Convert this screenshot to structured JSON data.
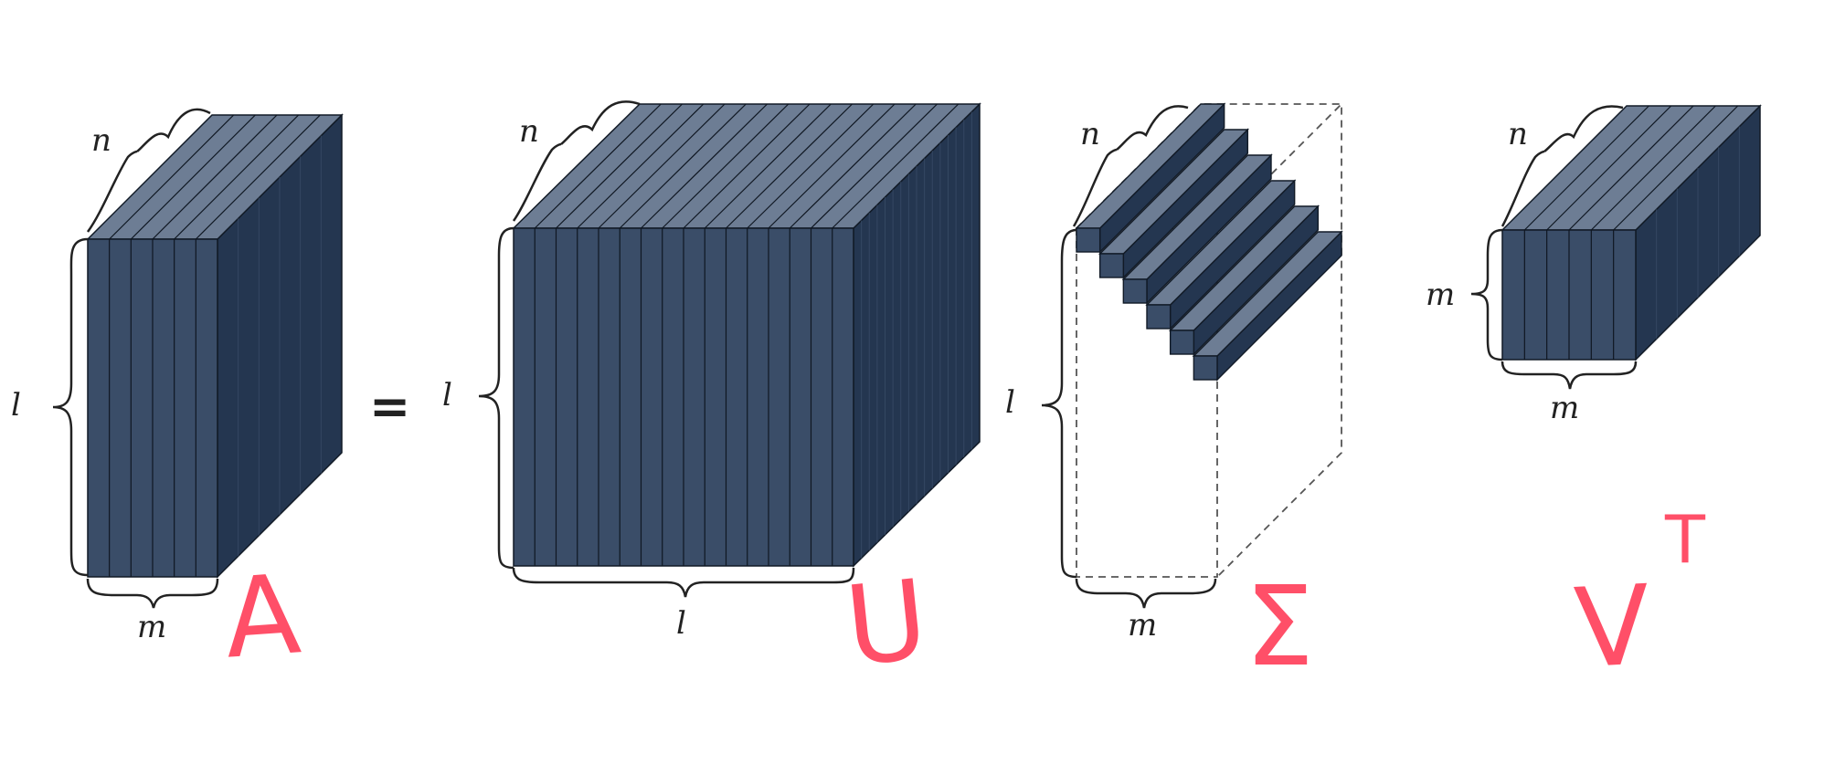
{
  "colors": {
    "front": "#3a4d68",
    "top": "#6d7d94",
    "side": "#243650",
    "edge": "#111a26",
    "slab_line": "#0f1722",
    "dash": "#555555",
    "annotation": "#ff4f68",
    "background": "#ffffff"
  },
  "equation": {
    "equals": "="
  },
  "tensor_a": {
    "dim_depth": "n",
    "dim_height": "l",
    "dim_width": "m",
    "slices": 6,
    "handwritten_label": "A"
  },
  "tensor_u": {
    "dim_depth": "n",
    "dim_height": "l",
    "dim_width": "l",
    "slices": 16,
    "handwritten_label": "U"
  },
  "tensor_sigma": {
    "dim_depth": "n",
    "dim_height": "l",
    "dim_width": "m",
    "diagonal_slabs": 6,
    "handwritten_label": "Σ"
  },
  "tensor_vt": {
    "dim_depth": "n",
    "dim_height": "m",
    "dim_width": "m",
    "slices": 6,
    "handwritten_label": "V",
    "handwritten_superscript": "T"
  }
}
